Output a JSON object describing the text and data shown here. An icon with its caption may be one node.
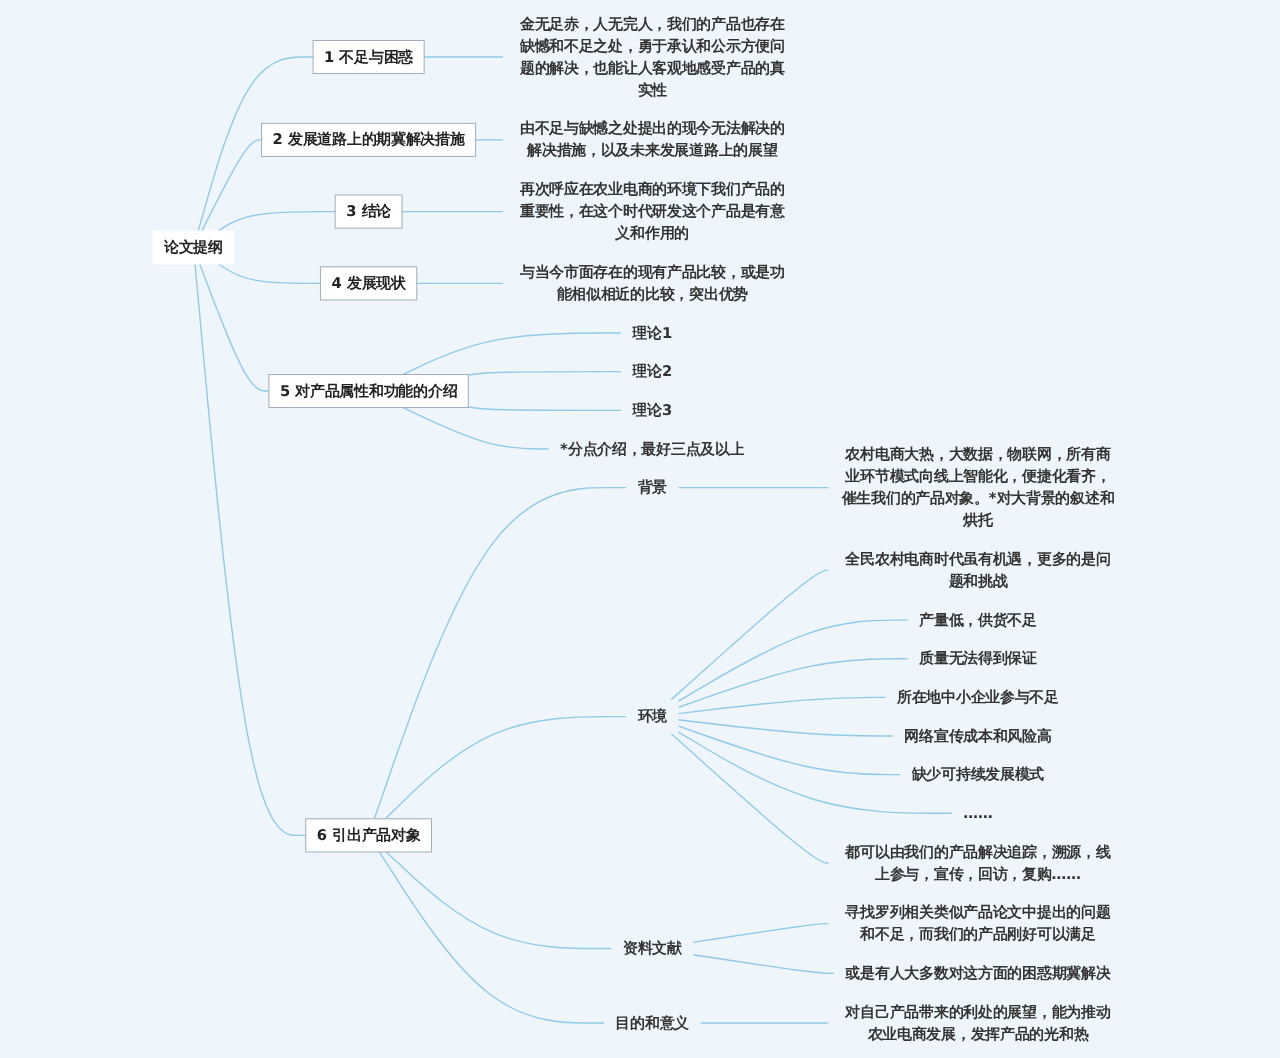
{
  "diagram": {
    "nodes": [
      {
        "text": [
          "论文提纲"
        ]
      },
      {
        "text": [
          "1 不足与困惑"
        ]
      },
      {
        "text": [
          "金无足赤，人无完人，我们的产品也存在缺憾和不足之处，勇于承认和公示方便问题的解决，也能让人客观地感受产品的真实性"
        ]
      },
      {
        "text": [
          "2 发展道路上的期冀解决措施"
        ]
      },
      {
        "text": [
          "由不足与缺憾之处提出的现今无法解决的解决措施，以及未来发展道路上的展望"
        ]
      },
      {
        "text": [
          "3 结论"
        ]
      },
      {
        "text": [
          "再次呼应在农业电商的环境下我们产品的重要性，在这个时代研发这个产品是有意义和作用的"
        ]
      },
      {
        "text": [
          "4 发展现状"
        ]
      },
      {
        "text": [
          "与当今市面存在的现有产品比较，或是功能相似相近的比较，突出优势"
        ]
      },
      {
        "text": [
          "5 对产品属性和功能的介绍"
        ]
      },
      {
        "text": [
          "理论1"
        ]
      },
      {
        "text": [
          "理论2"
        ]
      },
      {
        "text": [
          "理论3"
        ]
      },
      {
        "text": [
          "*分点介绍，最好三点及以上"
        ]
      },
      {
        "text": [
          "6 引出产品对象"
        ]
      },
      {
        "text": [
          "背景"
        ]
      },
      {
        "text": [
          "农村电商大热，大数据，物联网，所有商业环节模式向线上智能化，便捷化看齐，催生我们的产品对象。*对大背景的叙述和烘托"
        ]
      },
      {
        "text": [
          "环境"
        ]
      },
      {
        "text": [
          "全民农村电商时代虽有机遇，更多的是问题和挑战"
        ]
      },
      {
        "text": [
          "产量低，供货不足"
        ]
      },
      {
        "text": [
          "质量无法得到保证"
        ]
      },
      {
        "text": [
          "所在地中小企业参与不足"
        ]
      },
      {
        "text": [
          "网络宣传成本和风险高"
        ]
      },
      {
        "text": [
          "缺少可持续发展模式"
        ]
      },
      {
        "text": [
          "……"
        ]
      },
      {
        "text": [
          "都可以由我们的产品解决追踪，溯源，线上参与，宣传，回访，复购……"
        ]
      },
      {
        "text": [
          "资料文献"
        ]
      },
      {
        "text": [
          "寻找罗列相关类似产品论文中提出的问题和不足，而我们的产品刚好可以满足"
        ]
      },
      {
        "text": [
          "或是有人大多数对这方面的困惑期冀解决"
        ]
      },
      {
        "text": [
          "目的和意义"
        ]
      },
      {
        "text": [
          "对自己产品带来的利处的展望，能为推动农业电商发展，发挥产品的光和热"
        ]
      }
    ],
    "edges": [
      {
        "from": 0,
        "to": 1,
        "arrow": "none"
      },
      {
        "from": 1,
        "to": 2,
        "arrow": "none"
      },
      {
        "from": 0,
        "to": 3,
        "arrow": "none"
      },
      {
        "from": 3,
        "to": 4,
        "arrow": "none"
      },
      {
        "from": 0,
        "to": 5,
        "arrow": "none"
      },
      {
        "from": 5,
        "to": 6,
        "arrow": "none"
      },
      {
        "from": 0,
        "to": 7,
        "arrow": "none"
      },
      {
        "from": 7,
        "to": 8,
        "arrow": "none"
      },
      {
        "from": 0,
        "to": 9,
        "arrow": "none"
      },
      {
        "from": 9,
        "to": 10,
        "arrow": "none"
      },
      {
        "from": 9,
        "to": 11,
        "arrow": "none"
      },
      {
        "from": 9,
        "to": 12,
        "arrow": "none"
      },
      {
        "from": 9,
        "to": 13,
        "arrow": "none"
      },
      {
        "from": 0,
        "to": 14,
        "arrow": "none"
      },
      {
        "from": 14,
        "to": 15,
        "arrow": "none"
      },
      {
        "from": 15,
        "to": 16,
        "arrow": "none"
      },
      {
        "from": 14,
        "to": 17,
        "arrow": "none"
      },
      {
        "from": 17,
        "to": 18,
        "arrow": "none"
      },
      {
        "from": 17,
        "to": 19,
        "arrow": "none"
      },
      {
        "from": 17,
        "to": 20,
        "arrow": "none"
      },
      {
        "from": 17,
        "to": 21,
        "arrow": "none"
      },
      {
        "from": 17,
        "to": 22,
        "arrow": "none"
      },
      {
        "from": 17,
        "to": 23,
        "arrow": "none"
      },
      {
        "from": 17,
        "to": 24,
        "arrow": "none"
      },
      {
        "from": 17,
        "to": 25,
        "arrow": "none"
      },
      {
        "from": 14,
        "to": 26,
        "arrow": "none"
      },
      {
        "from": 26,
        "to": 27,
        "arrow": "none"
      },
      {
        "from": 26,
        "to": 28,
        "arrow": "none"
      },
      {
        "from": 14,
        "to": 29,
        "arrow": "none"
      },
      {
        "from": 29,
        "to": 30,
        "arrow": "none"
      }
    ]
  }
}
